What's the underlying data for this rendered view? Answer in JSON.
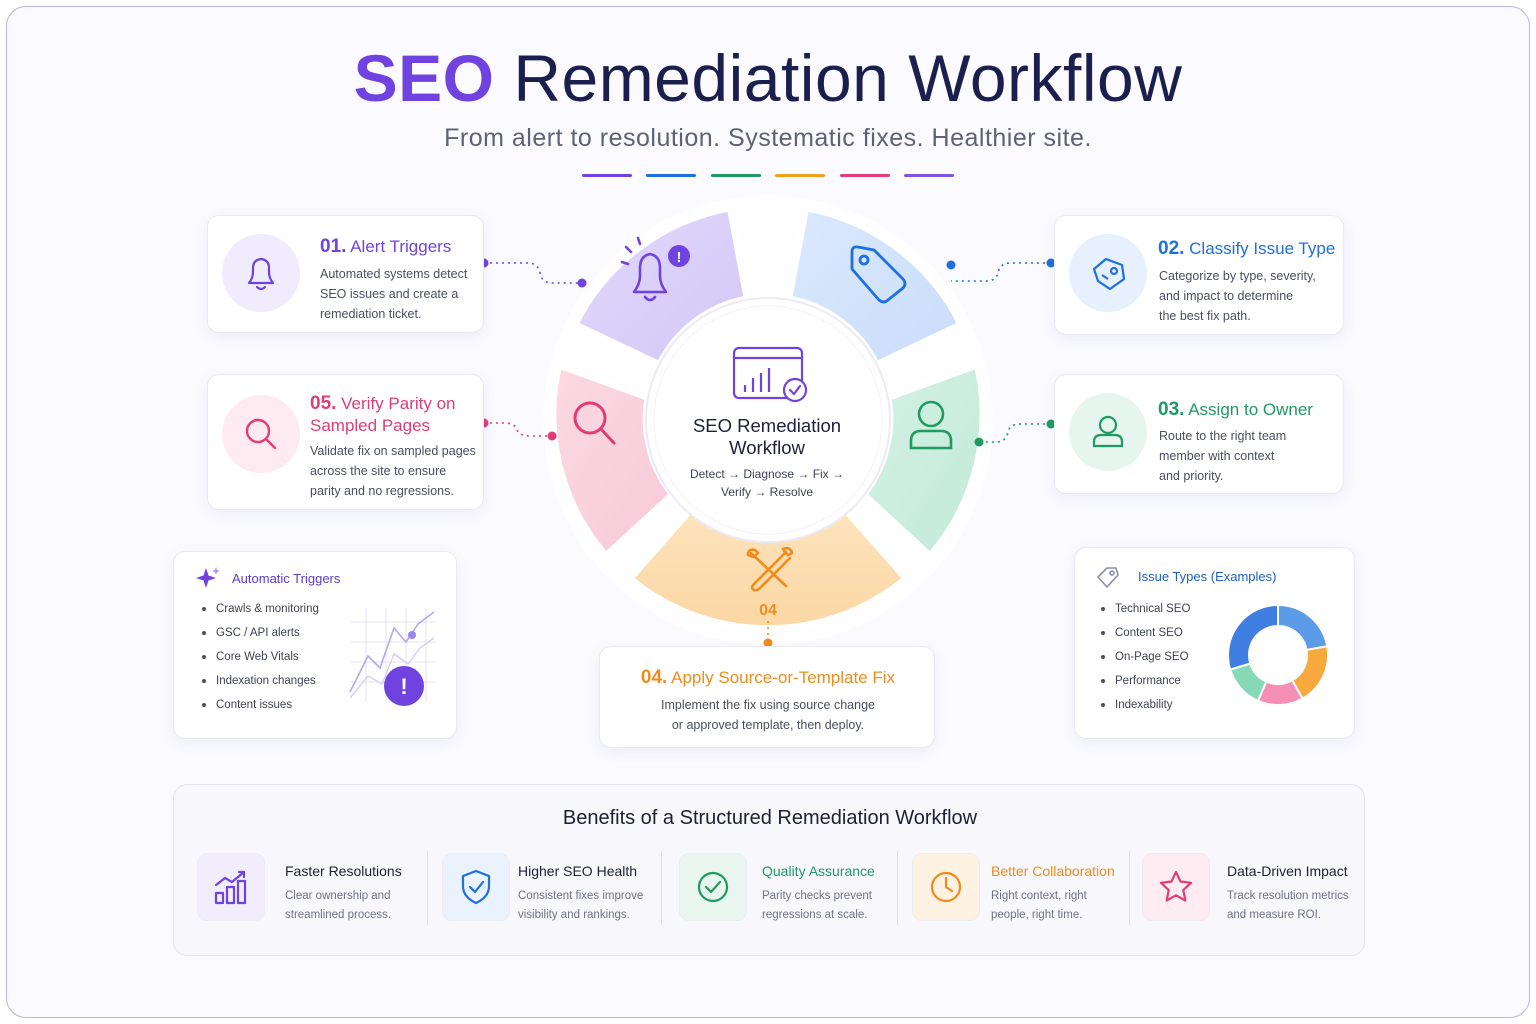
{
  "title": {
    "accent": "SEO",
    "rest": " Remediation Workflow"
  },
  "subtitle": "From alert to resolution. Systematic fixes. Healthier site.",
  "palette": {
    "purple": "#7043e0",
    "blue": "#1e6fe0",
    "green": "#1f9a62",
    "orange": "#f08c1c",
    "pink": "#e23c77"
  },
  "center": {
    "title_line1": "SEO Remediation",
    "title_line2": "Workflow",
    "flow_line1": "Detect → Diagnose → Fix →",
    "flow_line2": "Verify → Resolve"
  },
  "wheel": {
    "step4_number": "04"
  },
  "steps": [
    {
      "num": "01.",
      "title": "Alert Triggers",
      "desc": [
        "Automated systems detect",
        "SEO issues and create a",
        "remediation ticket."
      ],
      "icon": "bell-icon"
    },
    {
      "num": "02.",
      "title": "Classify Issue Type",
      "desc": [
        "Categorize by type, severity,",
        "and impact to determine",
        "the best fix path."
      ],
      "icon": "tag-icon"
    },
    {
      "num": "03.",
      "title": "Assign to Owner",
      "desc": [
        "Route to the right team",
        "member with context",
        "and priority."
      ],
      "icon": "user-icon"
    },
    {
      "num": "04.",
      "title": "Apply Source-or-Template Fix",
      "desc": [
        "Implement the fix using source change",
        "or approved template, then deploy."
      ],
      "icon": "tools-icon"
    },
    {
      "num": "05.",
      "title_line1": "Verify Parity on",
      "title_line2": "Sampled Pages",
      "desc": [
        "Validate fix on sampled pages",
        "across the site to ensure",
        "parity and no regressions."
      ],
      "icon": "search-icon"
    }
  ],
  "automatic_triggers": {
    "title": "Automatic Triggers",
    "items": [
      "Crawls & monitoring",
      "GSC / API alerts",
      "Core Web Vitals",
      "Indexation changes",
      "Content issues"
    ]
  },
  "issue_types": {
    "title": "Issue Types (Examples)",
    "items": [
      "Technical SEO",
      "Content SEO",
      "On-Page SEO",
      "Performance",
      "Indexability"
    ],
    "donut_colors": [
      "#4f8de8",
      "#f5a53b",
      "#f27ea6",
      "#7fd4b0",
      "#3d7be0"
    ]
  },
  "benefits": {
    "title": "Benefits of a Structured Remediation Workflow",
    "items": [
      {
        "title": "Faster Resolutions",
        "desc": "Clear ownership and streamlined process.",
        "icon": "bar-chart-icon"
      },
      {
        "title": "Higher SEO Health",
        "desc": "Consistent fixes improve visibility and rankings.",
        "icon": "shield-check-icon"
      },
      {
        "title": "Quality Assurance",
        "desc": "Parity checks prevent regressions at scale.",
        "icon": "check-circle-icon"
      },
      {
        "title": "Better Collaboration",
        "desc": "Right context, right people, right time.",
        "icon": "clock-icon"
      },
      {
        "title": "Data-Driven Impact",
        "desc": "Track resolution metrics and measure ROI.",
        "icon": "star-icon"
      }
    ]
  }
}
